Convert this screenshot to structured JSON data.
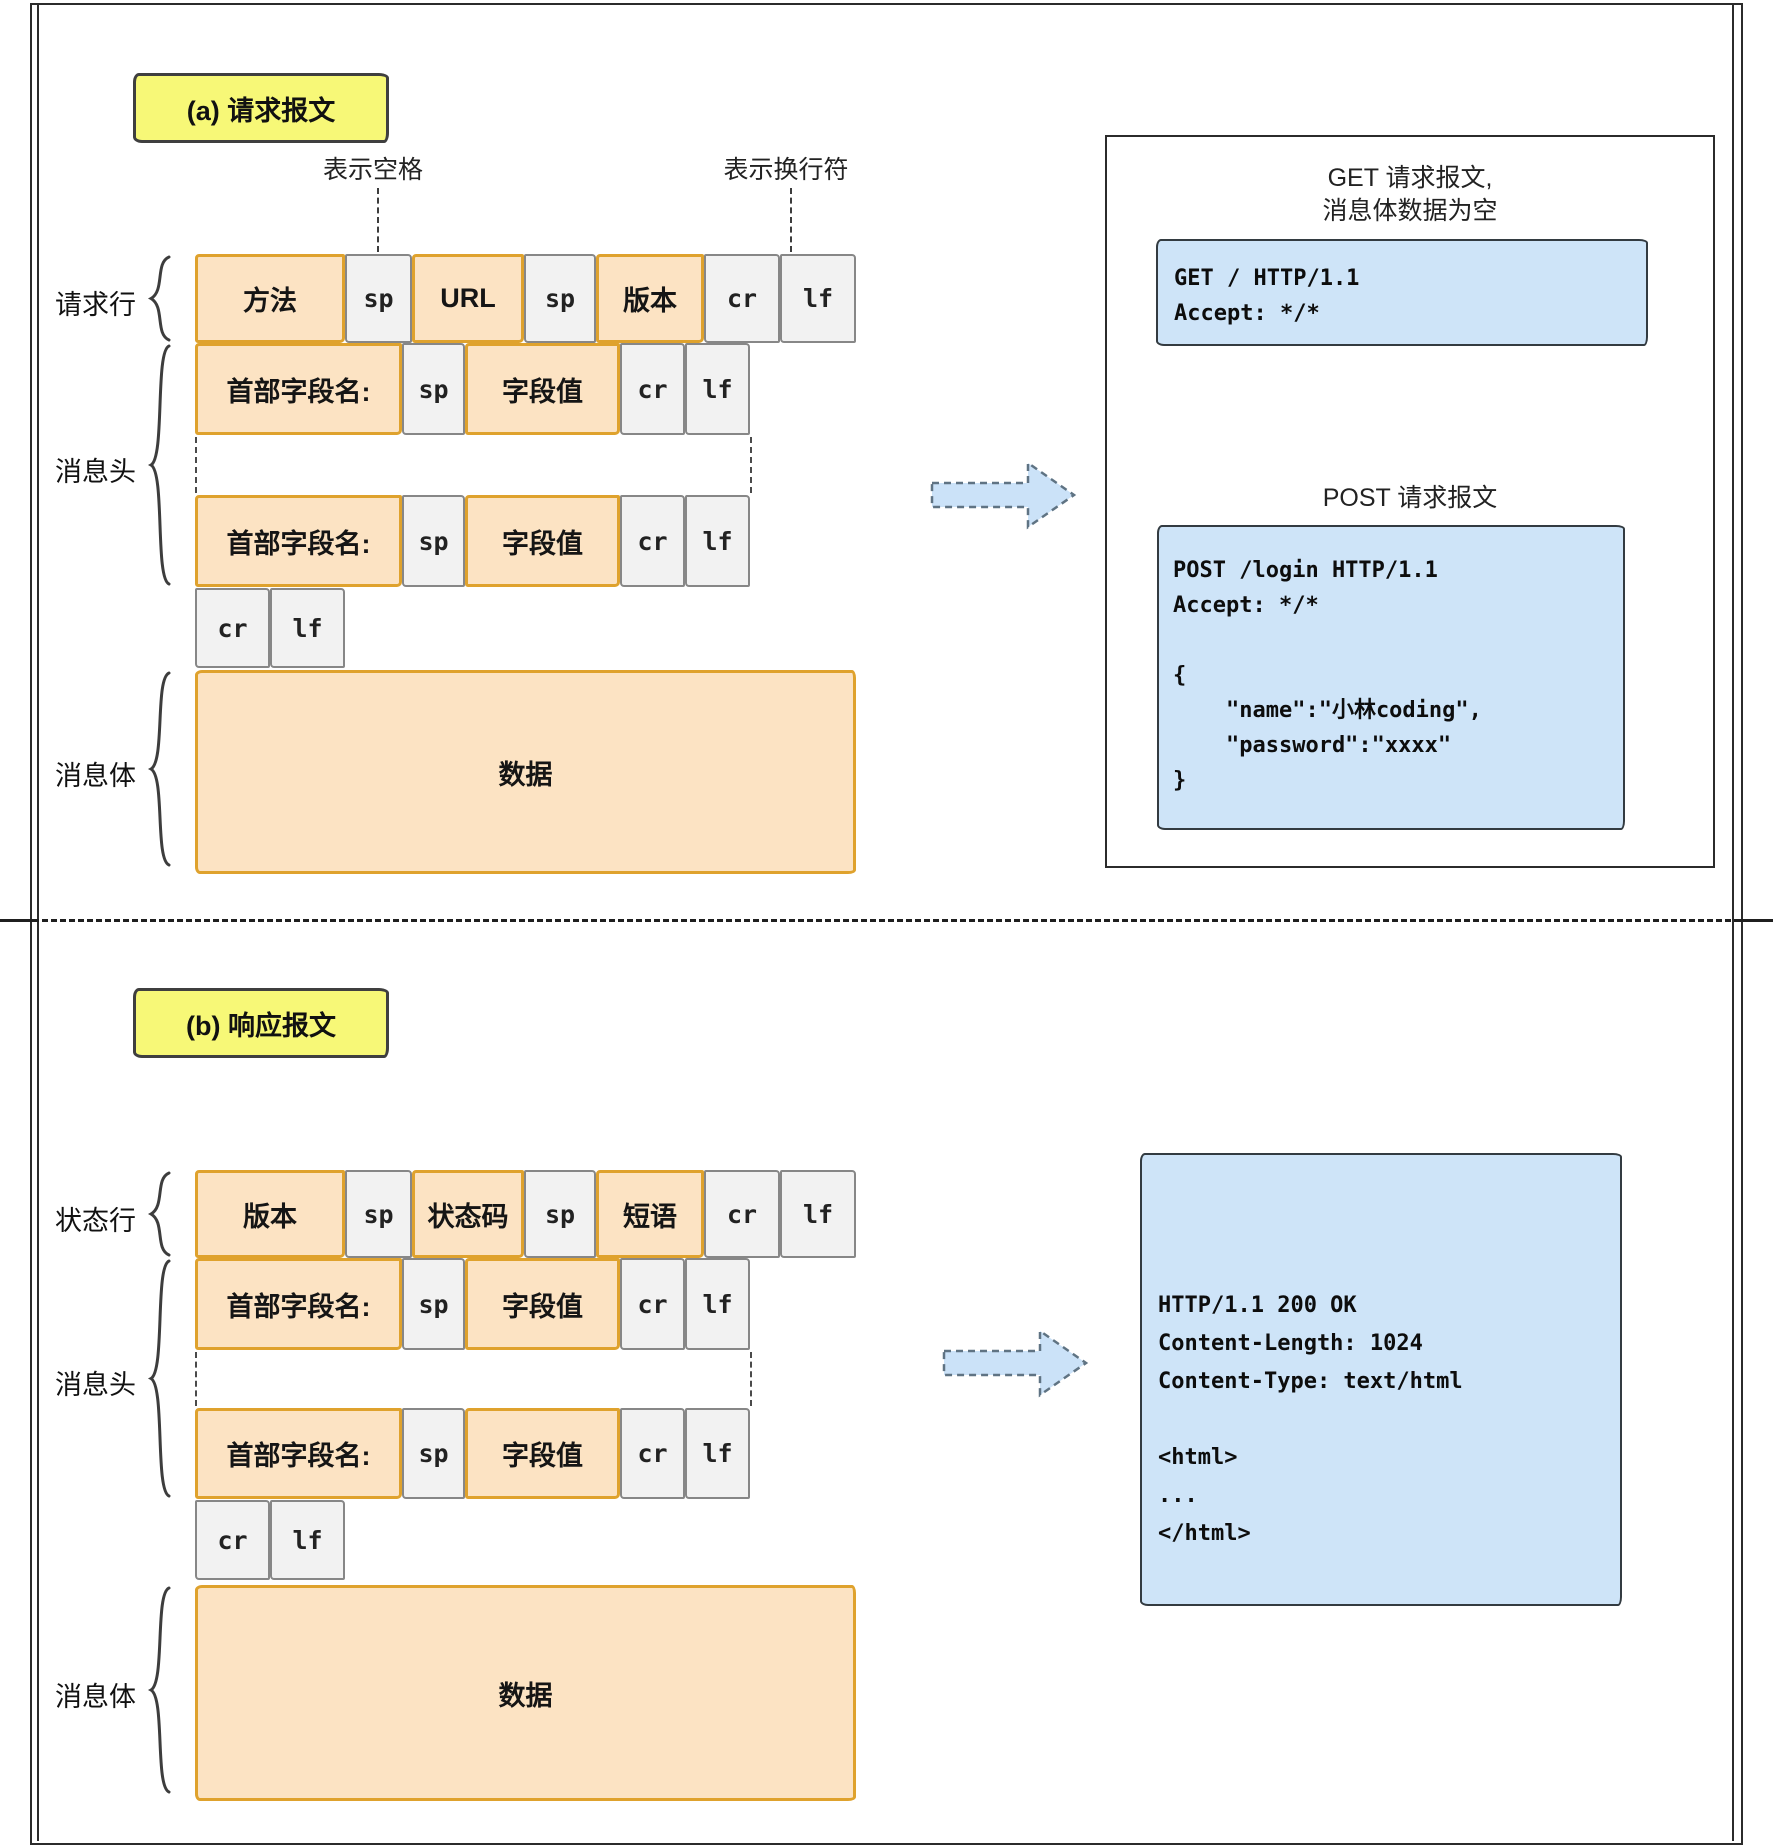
{
  "colors": {
    "yellow_label": "#F7F877",
    "orange_fill": "#FCE3C3",
    "orange_border": "#DFA22D",
    "gray_fill": "#F2F2F2",
    "gray_border": "#878787",
    "blue_fill": "#CEE4F8",
    "ink": "#2B2B2B"
  },
  "section_a": {
    "label": "(a) 请求报文",
    "annotation_space": "表示空格",
    "annotation_newline": "表示换行符",
    "request_line_label": "请求行",
    "headers_label": "消息头",
    "body_label": "消息体",
    "request_line": [
      "方法",
      "sp",
      "URL",
      "sp",
      "版本",
      "cr",
      "lf"
    ],
    "header_row1": [
      "首部字段名:",
      "sp",
      "字段值",
      "cr",
      "lf"
    ],
    "header_row2": [
      "首部字段名:",
      "sp",
      "字段值",
      "cr",
      "lf"
    ],
    "crlf_row": [
      "cr",
      "lf"
    ],
    "body_text": "数据",
    "get_title_1": "GET 请求报文,",
    "get_title_2": "消息体数据为空",
    "get_code": [
      "GET / HTTP/1.1",
      "Accept: */*"
    ],
    "post_title": "POST 请求报文",
    "post_code": [
      "POST /login HTTP/1.1",
      "Accept: */*",
      "",
      "{",
      "    \"name\":\"小林coding\",",
      "    \"password\":\"xxxx\"",
      "}"
    ]
  },
  "section_b": {
    "label": "(b) 响应报文",
    "status_line_label": "状态行",
    "headers_label": "消息头",
    "body_label": "消息体",
    "status_line": [
      "版本",
      "sp",
      "状态码",
      "sp",
      "短语",
      "cr",
      "lf"
    ],
    "header_row1": [
      "首部字段名:",
      "sp",
      "字段值",
      "cr",
      "lf"
    ],
    "header_row2": [
      "首部字段名:",
      "sp",
      "字段值",
      "cr",
      "lf"
    ],
    "crlf_row": [
      "cr",
      "lf"
    ],
    "body_text": "数据",
    "response_code": [
      "HTTP/1.1 200 OK",
      "Content-Length: 1024",
      "Content-Type: text/html",
      "",
      "<html>",
      "...",
      "</html>"
    ]
  }
}
